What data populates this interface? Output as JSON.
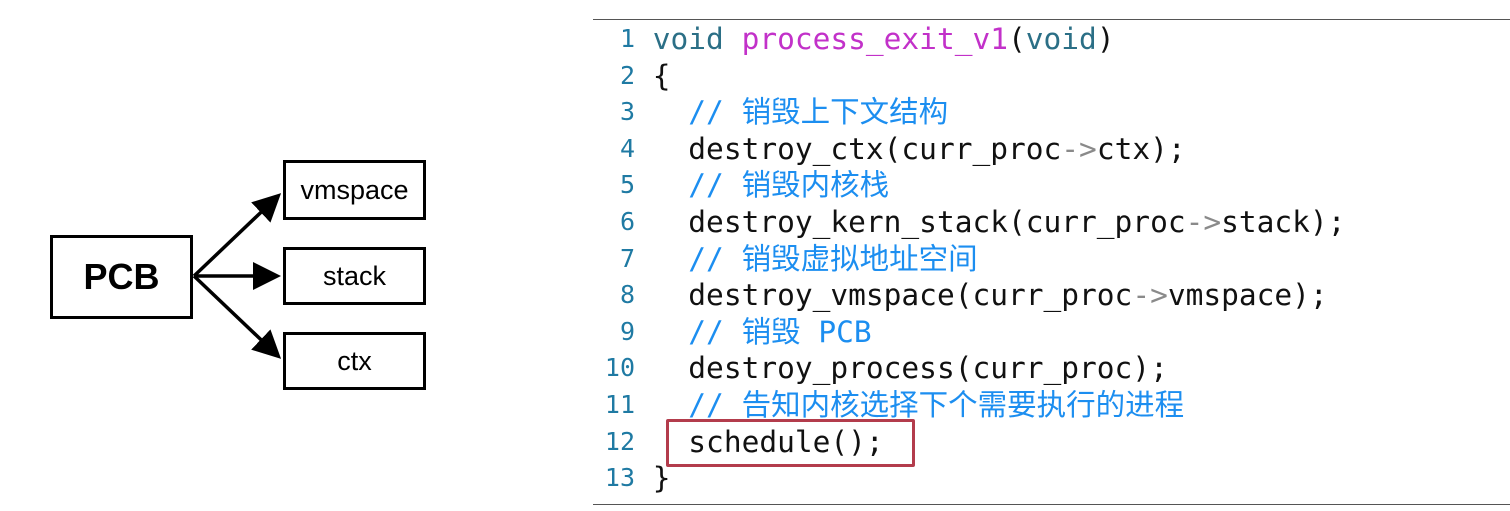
{
  "diagram": {
    "pcb": "PCB",
    "vmspace": "vmspace",
    "stack": "stack",
    "ctx": "ctx"
  },
  "code": {
    "lines": [
      {
        "num": "1",
        "indent": " ",
        "tokens": [
          {
            "t": "void",
            "k": "kw"
          },
          {
            "t": " ",
            "k": "plain"
          },
          {
            "t": "process_exit_v1",
            "k": "fn"
          },
          {
            "t": "(",
            "k": "plain"
          },
          {
            "t": "void",
            "k": "kw"
          },
          {
            "t": ")",
            "k": "plain"
          }
        ]
      },
      {
        "num": "2",
        "indent": " ",
        "tokens": [
          {
            "t": "{",
            "k": "plain"
          }
        ]
      },
      {
        "num": "3",
        "indent": "   ",
        "tokens": [
          {
            "t": "// 销毁上下文结构",
            "k": "cmt"
          }
        ]
      },
      {
        "num": "4",
        "indent": "   ",
        "tokens": [
          {
            "t": "destroy_ctx(curr_proc",
            "k": "plain"
          },
          {
            "t": "->",
            "k": "op"
          },
          {
            "t": "ctx);",
            "k": "plain"
          }
        ]
      },
      {
        "num": "5",
        "indent": "   ",
        "tokens": [
          {
            "t": "// 销毁内核栈",
            "k": "cmt"
          }
        ]
      },
      {
        "num": "6",
        "indent": "   ",
        "tokens": [
          {
            "t": "destroy_kern_stack(curr_proc",
            "k": "plain"
          },
          {
            "t": "->",
            "k": "op"
          },
          {
            "t": "stack);",
            "k": "plain"
          }
        ]
      },
      {
        "num": "7",
        "indent": "   ",
        "tokens": [
          {
            "t": "// 销毁虚拟地址空间",
            "k": "cmt"
          }
        ]
      },
      {
        "num": "8",
        "indent": "   ",
        "tokens": [
          {
            "t": "destroy_vmspace(curr_proc",
            "k": "plain"
          },
          {
            "t": "->",
            "k": "op"
          },
          {
            "t": "vmspace);",
            "k": "plain"
          }
        ]
      },
      {
        "num": "9",
        "indent": "   ",
        "tokens": [
          {
            "t": "// 销毁 PCB",
            "k": "cmt"
          }
        ]
      },
      {
        "num": "10",
        "indent": "   ",
        "tokens": [
          {
            "t": "destroy_process(curr_proc);",
            "k": "plain"
          }
        ]
      },
      {
        "num": "11",
        "indent": "   ",
        "tokens": [
          {
            "t": "// 告知内核选择下个需要执行的进程",
            "k": "cmt"
          }
        ]
      },
      {
        "num": "12",
        "indent": "   ",
        "tokens": [
          {
            "t": "schedule();",
            "k": "plain"
          }
        ]
      },
      {
        "num": "13",
        "indent": " ",
        "tokens": [
          {
            "t": "}",
            "k": "plain"
          }
        ]
      }
    ],
    "highlighted_line": "12"
  }
}
